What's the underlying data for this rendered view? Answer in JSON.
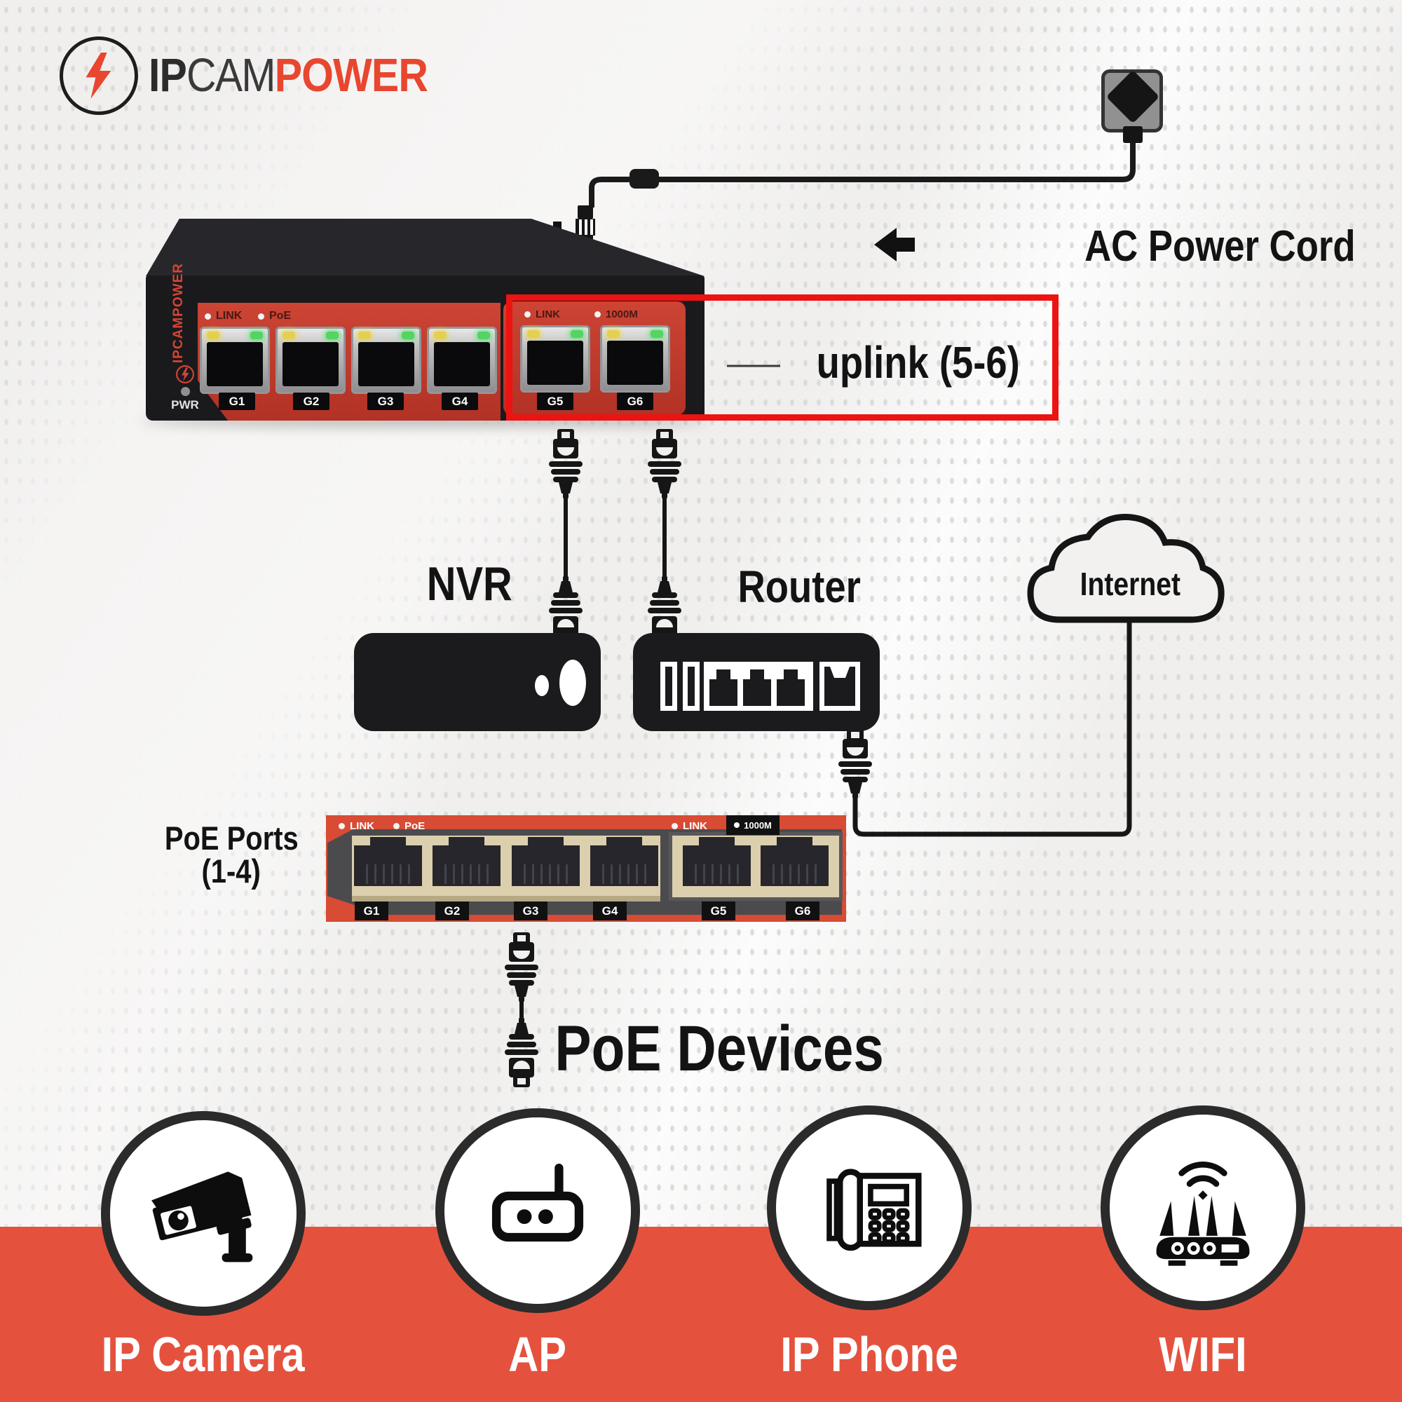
{
  "logo": {
    "ip": "IP",
    "cam": "CAM",
    "power": "POWER"
  },
  "ac_cord_label": "AC Power Cord",
  "uplink_label": "uplink (5-6)",
  "switch_photo": {
    "brand_vertical": "IPCAMPOWER",
    "pwr_label": "PWR",
    "led_link": "LINK",
    "led_poe": "PoE",
    "led_1000m": "1000M",
    "poe_port_labels": [
      "G1",
      "G2",
      "G3",
      "G4"
    ],
    "uplink_port_labels": [
      "G5",
      "G6"
    ]
  },
  "nvr_label": "NVR",
  "router_label": "Router",
  "internet_label": "Internet",
  "diagram_switch": {
    "led_link": "LINK",
    "led_poe": "PoE",
    "led_1000m": "1000M",
    "port_labels": [
      "G1",
      "G2",
      "G3",
      "G4",
      "G5",
      "G6"
    ]
  },
  "poe_ports_caption": {
    "line1": "PoE Ports",
    "line2": "(1-4)"
  },
  "poe_devices_label": "PoE Devices",
  "devices": [
    {
      "icon": "ip-camera-icon",
      "label": "IP Camera"
    },
    {
      "icon": "access-point-icon",
      "label": "AP"
    },
    {
      "icon": "ip-phone-icon",
      "label": "IP Phone"
    },
    {
      "icon": "wifi-router-icon",
      "label": "WIFI"
    }
  ],
  "colors": {
    "brand_red": "#e8462f",
    "callout_red": "#ec1313",
    "switch_panel_red": "#c64334",
    "diagram_red": "#d84b35",
    "band_red": "#e4523e"
  }
}
